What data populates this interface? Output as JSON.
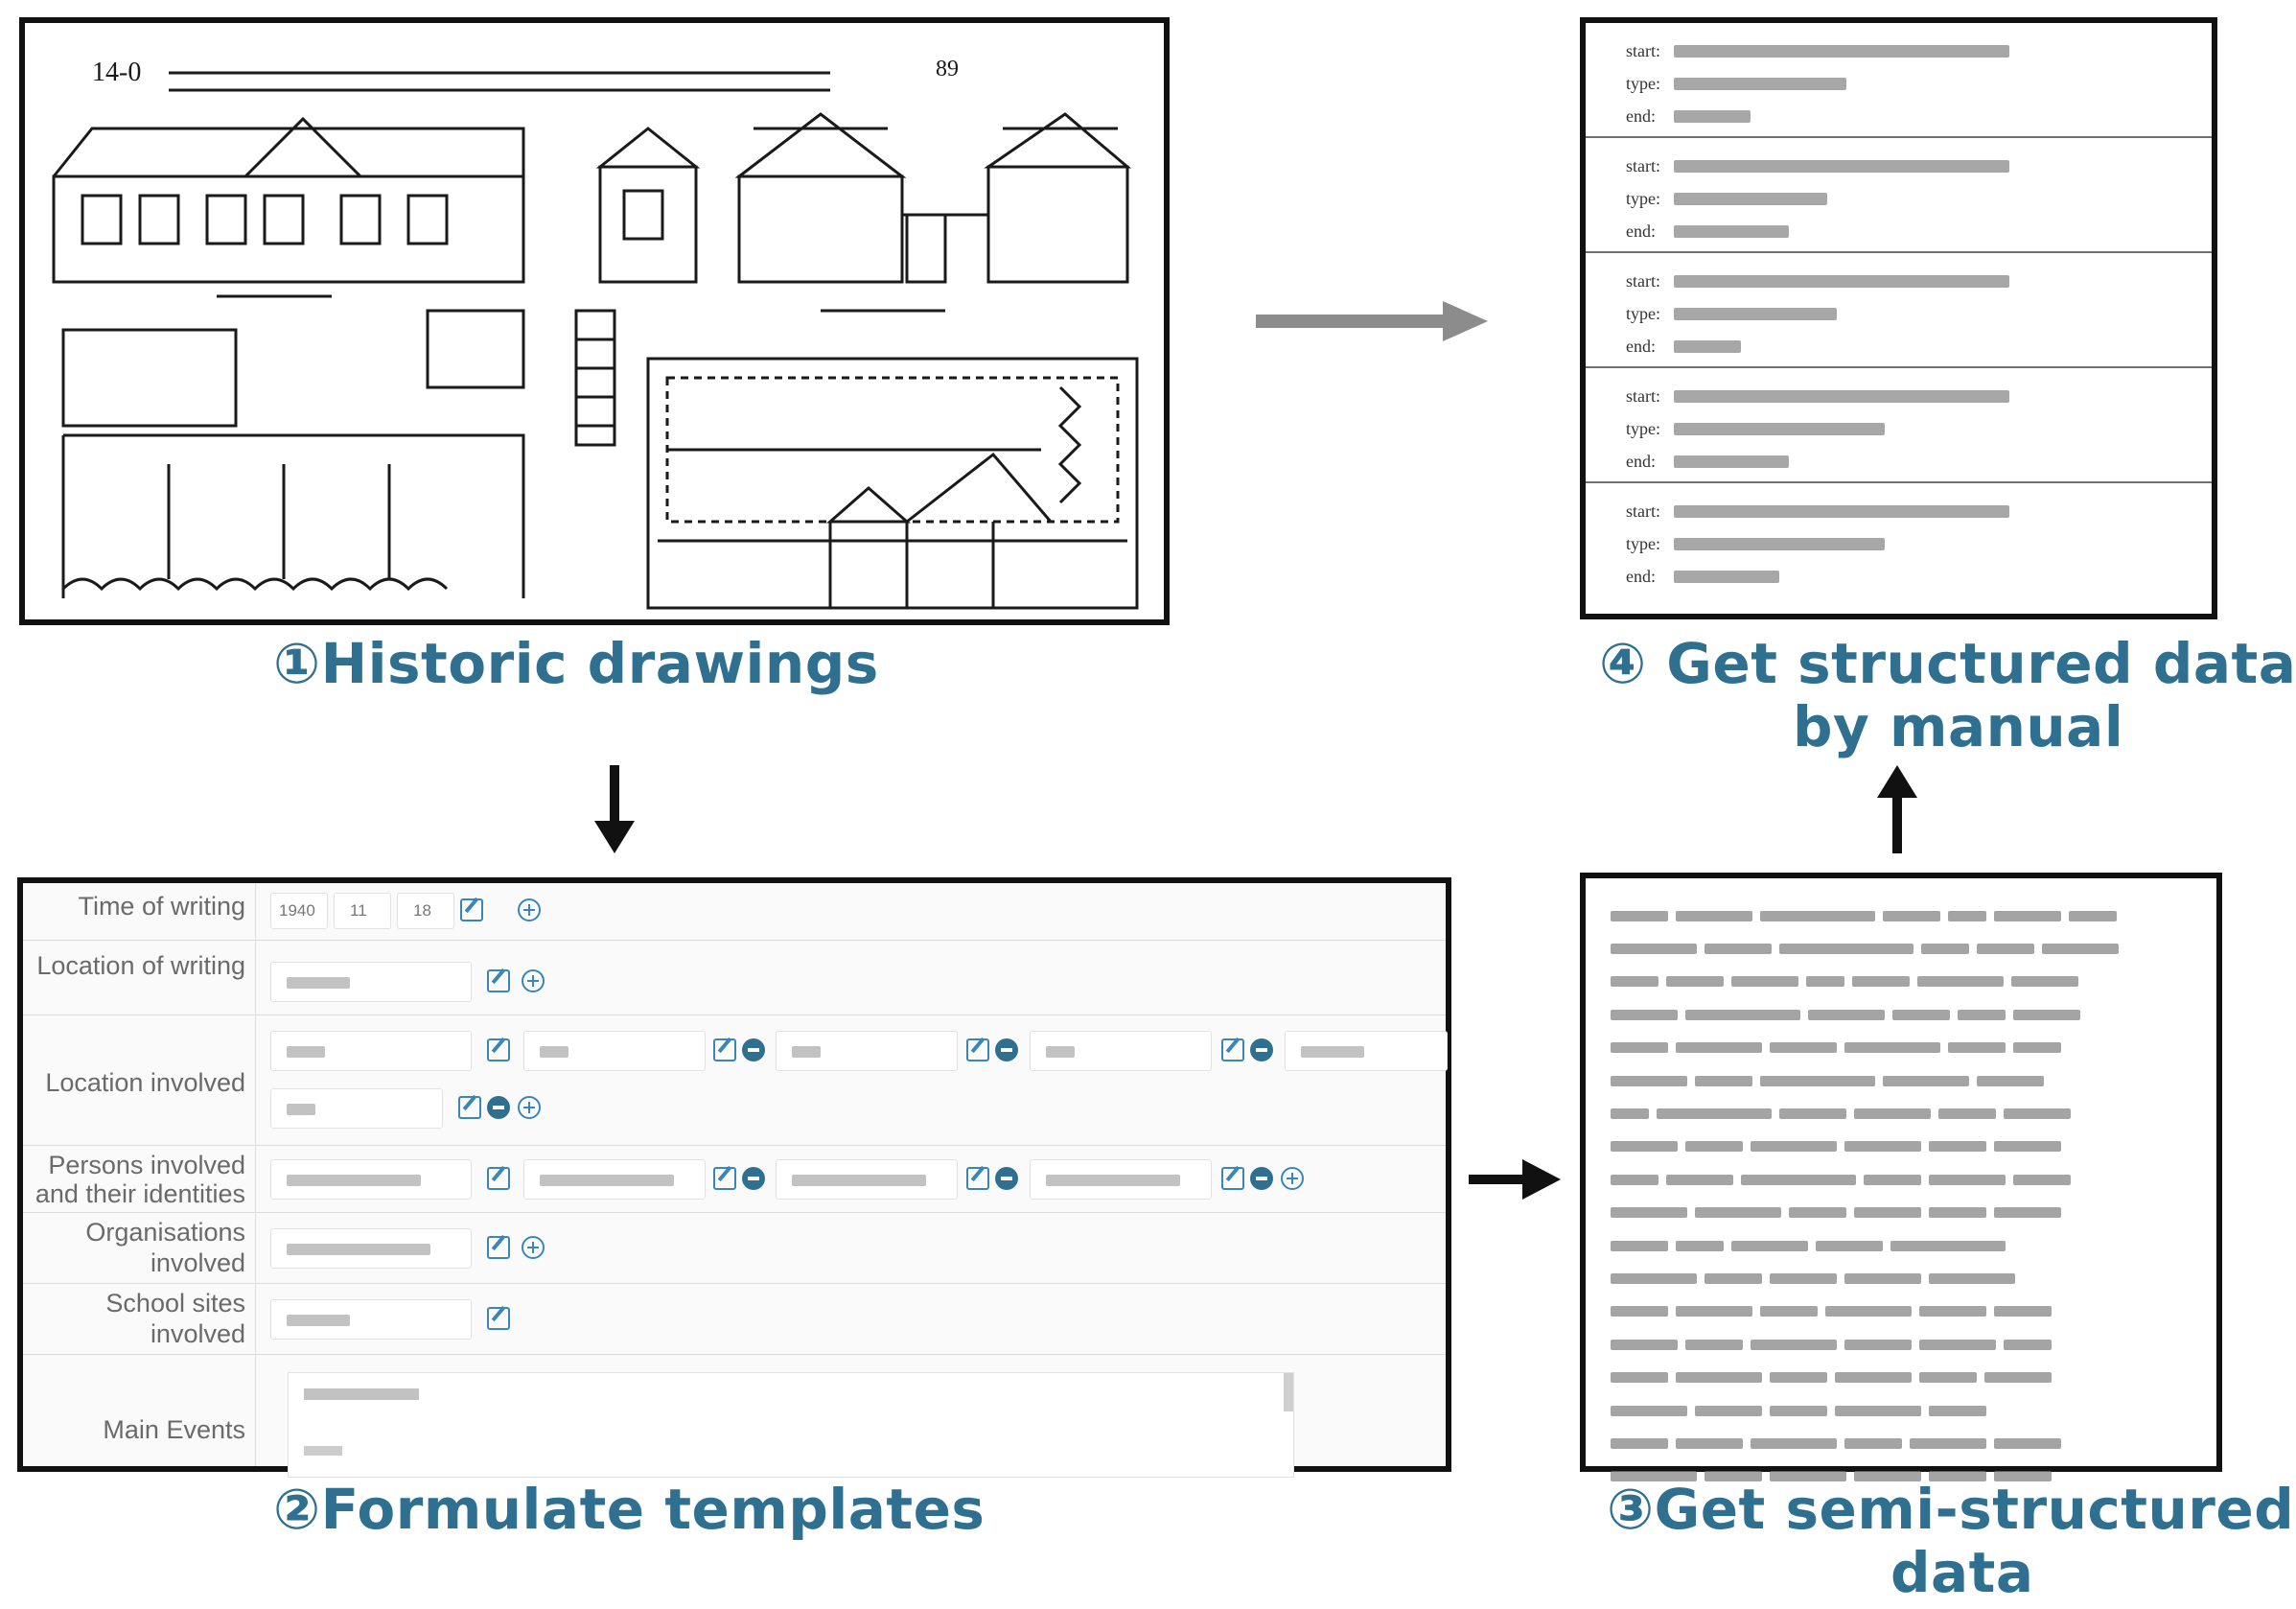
{
  "steps": [
    {
      "number": "①",
      "label": "Historic drawings"
    },
    {
      "number": "②",
      "label": "Formulate templates"
    },
    {
      "number": "③",
      "label": "Get semi-structured data"
    },
    {
      "number": "④",
      "label": "Get structured data by manual"
    }
  ],
  "captions": {
    "step1": "①Historic drawings",
    "step2": "②Formulate templates",
    "step3_line1": "③Get semi-structured",
    "step3_line2": "data",
    "step4_line1": "④ Get structured data",
    "step4_line2": "by manual"
  },
  "drawing": {
    "top_number": "14-0",
    "top_right_number": "89"
  },
  "template_form": {
    "fields": [
      {
        "label": "Time of writing",
        "values": [
          "1940",
          "11",
          "18"
        ]
      },
      {
        "label": "Location of writing",
        "values": [
          ""
        ]
      },
      {
        "label": "Location involved",
        "values": [
          "",
          "",
          "",
          "",
          "",
          ""
        ]
      },
      {
        "label_line1": "Persons involved",
        "label_line2": "and their identities",
        "values": [
          "",
          "",
          "",
          ""
        ]
      },
      {
        "label_line1": "Organisations",
        "label_line2": "involved",
        "values": [
          ""
        ]
      },
      {
        "label_line1": "School sites",
        "label_line2": "involved",
        "values": [
          ""
        ]
      },
      {
        "label": "Main Events",
        "values": [
          ""
        ]
      }
    ]
  },
  "structured_records": [
    {
      "keys": [
        "start:",
        "type:",
        "end:"
      ]
    },
    {
      "keys": [
        "start:",
        "type:",
        "end:"
      ]
    },
    {
      "keys": [
        "start:",
        "type:",
        "end:"
      ]
    },
    {
      "keys": [
        "start:",
        "type:",
        "end:"
      ]
    },
    {
      "keys": [
        "start:",
        "type:",
        "end:"
      ]
    }
  ],
  "colors": {
    "caption_text": "#2f6f8f",
    "panel_border": "#111111",
    "arrow_gray": "#8c8c8c",
    "arrow_black": "#111111",
    "icon_blue": "#3a86b8"
  }
}
